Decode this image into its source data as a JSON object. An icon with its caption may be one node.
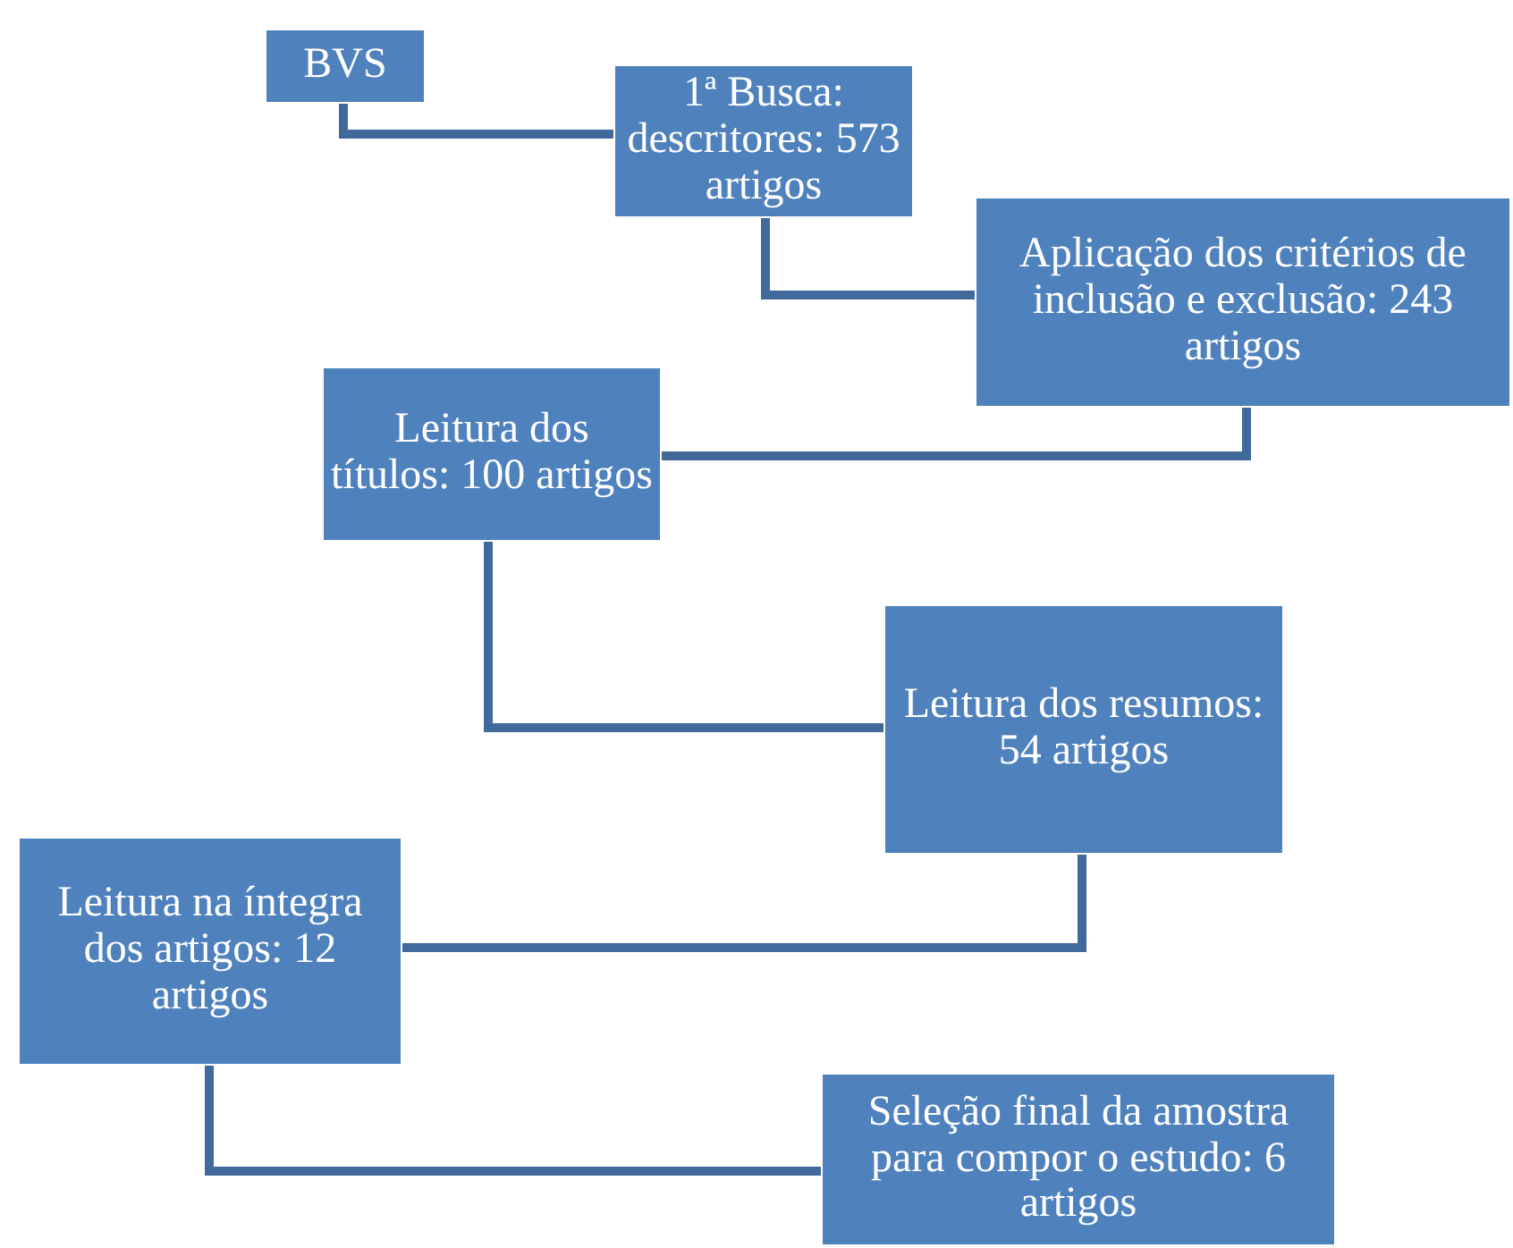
{
  "diagram": {
    "nodes": [
      {
        "text": [
          "BVS"
        ]
      },
      {
        "text": [
          "1ª Busca: descritores: 573 artigos"
        ]
      },
      {
        "text": [
          "Aplicação dos critérios de inclusão e exclusão: 243 artigos"
        ]
      },
      {
        "text": [
          "Leitura dos títulos: 100 artigos"
        ]
      },
      {
        "text": [
          "Leitura dos resumos: 54 artigos"
        ]
      },
      {
        "text": [
          "Leitura na íntegra dos artigos: 12 artigos"
        ]
      },
      {
        "text": [
          "Seleção final da amostra para compor o estudo: 6 artigos"
        ]
      }
    ],
    "edges": [
      {
        "from": 0,
        "to": 1,
        "arrow": "none"
      },
      {
        "from": 1,
        "to": 2,
        "arrow": "none"
      },
      {
        "from": 2,
        "to": 3,
        "arrow": "none"
      },
      {
        "from": 3,
        "to": 4,
        "arrow": "none"
      },
      {
        "from": 4,
        "to": 5,
        "arrow": "none"
      },
      {
        "from": 5,
        "to": 6,
        "arrow": "none"
      }
    ]
  }
}
